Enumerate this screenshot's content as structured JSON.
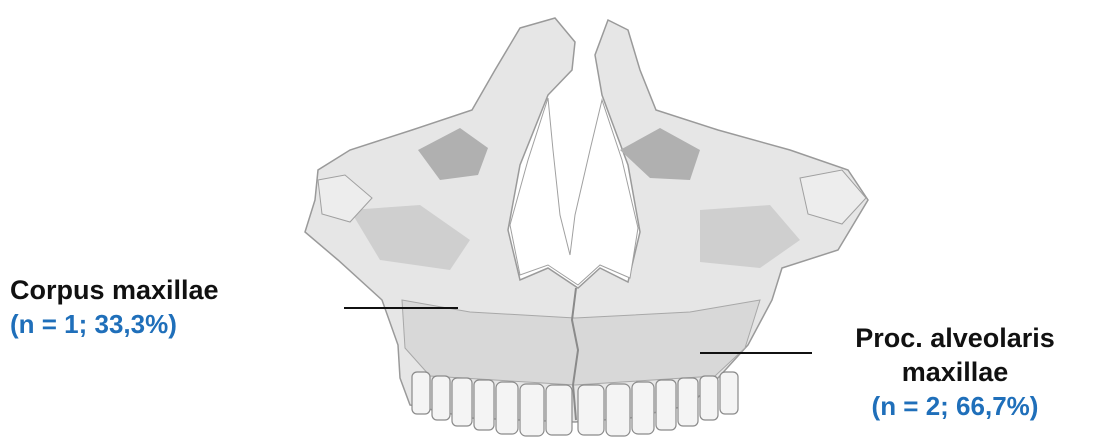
{
  "labels": {
    "corpus": {
      "name": "Corpus maxillae",
      "stat": "(n = 1; 33,3%)"
    },
    "alveolar": {
      "name_line1": "Proc. alveolaris",
      "name_line2": "maxillae",
      "stat": "(n = 2; 66,7%)"
    }
  },
  "colors": {
    "stat_text": "#1f6fba",
    "name_text": "#111111",
    "leader_line": "#111111"
  }
}
